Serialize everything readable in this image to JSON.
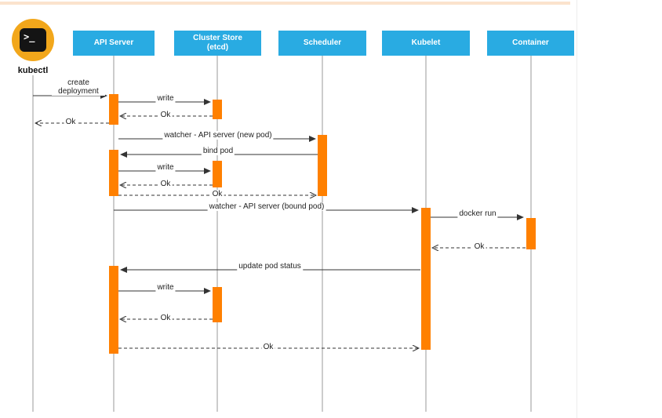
{
  "diagram": {
    "kind": "sequence-diagram",
    "subject": "Kubernetes deployment flow"
  },
  "colors": {
    "header_bg": "#29abe2",
    "header_text": "#ffffff",
    "activation": "#ff8000",
    "lifeline": "#999999",
    "message_line": "#333333",
    "icon_circle": "#f2a71b",
    "icon_square": "#141414",
    "top_strip": "#fbe3cd"
  },
  "actors": [
    {
      "id": "kubectl",
      "label": "kubectl",
      "icon": ">_"
    },
    {
      "id": "api-server",
      "label": "API Server"
    },
    {
      "id": "cluster-store",
      "label_line1": "Cluster Store",
      "label_line2": "(etcd)"
    },
    {
      "id": "scheduler",
      "label": "Scheduler"
    },
    {
      "id": "kubelet",
      "label": "Kubelet"
    },
    {
      "id": "container",
      "label": "Container"
    }
  ],
  "messages": [
    {
      "label": "create deployment",
      "from": "kubectl",
      "to": "api-server",
      "style": "solid"
    },
    {
      "label": "write",
      "from": "api-server",
      "to": "cluster-store",
      "style": "solid"
    },
    {
      "label": "Ok",
      "from": "cluster-store",
      "to": "api-server",
      "style": "dashed"
    },
    {
      "label": "Ok",
      "from": "api-server",
      "to": "kubectl",
      "style": "dashed"
    },
    {
      "label": "watcher - API server (new pod)",
      "from": "api-server",
      "to": "scheduler",
      "style": "solid"
    },
    {
      "label": "bind pod",
      "from": "scheduler",
      "to": "api-server",
      "style": "solid"
    },
    {
      "label": "write",
      "from": "api-server",
      "to": "cluster-store",
      "style": "solid"
    },
    {
      "label": "Ok",
      "from": "cluster-store",
      "to": "api-server",
      "style": "dashed"
    },
    {
      "label": "Ok",
      "from": "api-server",
      "to": "scheduler",
      "style": "dashed"
    },
    {
      "label": "watcher - API server (bound pod)",
      "from": "api-server",
      "to": "kubelet",
      "style": "solid"
    },
    {
      "label": "docker run",
      "from": "kubelet",
      "to": "container",
      "style": "solid"
    },
    {
      "label": "Ok",
      "from": "container",
      "to": "kubelet",
      "style": "dashed"
    },
    {
      "label": "update pod status",
      "from": "kubelet",
      "to": "api-server",
      "style": "solid"
    },
    {
      "label": "write",
      "from": "api-server",
      "to": "cluster-store",
      "style": "solid"
    },
    {
      "label": "Ok",
      "from": "cluster-store",
      "to": "api-server",
      "style": "dashed"
    },
    {
      "label": "Ok",
      "from": "api-server",
      "to": "kubelet",
      "style": "dashed"
    }
  ]
}
